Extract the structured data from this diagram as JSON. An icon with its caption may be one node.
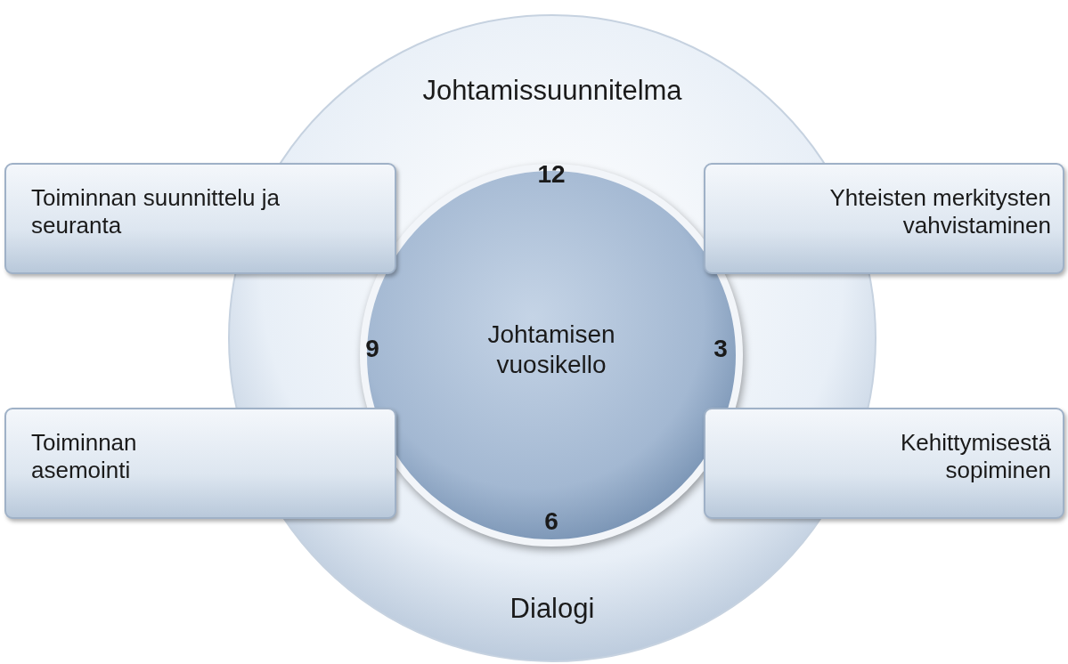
{
  "diagram": {
    "nodes": [
      {
        "text": [
          "Johtamissuunnitelma",
          "Dialogi"
        ]
      },
      {
        "text": [
          "Toiminnan suunnittelu ja seuranta"
        ]
      },
      {
        "text": [
          "Yhteisten merkitysten vahvistaminen"
        ]
      },
      {
        "text": [
          "12",
          "9",
          "Johtamisen vuosikello",
          "3",
          "6"
        ],
        "in": 0
      },
      {
        "text": [
          "Toiminnan asemointi"
        ]
      },
      {
        "text": [
          "Kehittymisestä sopiminen"
        ]
      }
    ]
  }
}
